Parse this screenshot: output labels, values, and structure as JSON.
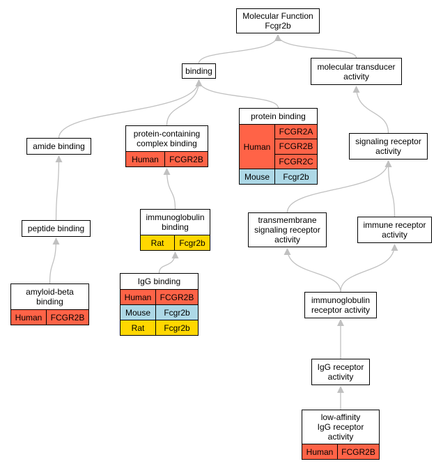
{
  "colors": {
    "human": "#ff6347",
    "mouse": "#add8e6",
    "rat": "#ffd700",
    "edge": "#c0c0c0"
  },
  "nodes": {
    "molecular_function": {
      "title": [
        "Molecular Function",
        "Fcgr2b"
      ]
    },
    "binding": {
      "title": [
        "binding"
      ]
    },
    "molecular_transducer_activity": {
      "title": [
        "molecular transducer",
        "activity"
      ]
    },
    "amide_binding": {
      "title": [
        "amide binding"
      ]
    },
    "protein_containing_complex_binding": {
      "title": [
        "protein-containing",
        "complex binding"
      ],
      "orthologs": [
        {
          "species": "Human",
          "color_key": "human",
          "genes": [
            "FCGR2B"
          ]
        }
      ]
    },
    "protein_binding": {
      "title": [
        "protein binding"
      ],
      "orthologs": [
        {
          "species": "Human",
          "color_key": "human",
          "genes": [
            "FCGR2A",
            "FCGR2B",
            "FCGR2C"
          ]
        },
        {
          "species": "Mouse",
          "color_key": "mouse",
          "genes": [
            "Fcgr2b"
          ]
        }
      ]
    },
    "signaling_receptor_activity": {
      "title": [
        "signaling receptor",
        "activity"
      ]
    },
    "peptide_binding": {
      "title": [
        "peptide binding"
      ]
    },
    "immunoglobulin_binding": {
      "title": [
        "immunoglobulin",
        "binding"
      ],
      "orthologs": [
        {
          "species": "Rat",
          "color_key": "rat",
          "genes": [
            "Fcgr2b"
          ]
        }
      ]
    },
    "transmembrane_signaling_receptor_activity": {
      "title": [
        "transmembrane",
        "signaling receptor",
        "activity"
      ]
    },
    "immune_receptor_activity": {
      "title": [
        "immune receptor",
        "activity"
      ]
    },
    "amyloid_beta_binding": {
      "title": [
        "amyloid-beta",
        "binding"
      ],
      "orthologs": [
        {
          "species": "Human",
          "color_key": "human",
          "genes": [
            "FCGR2B"
          ]
        }
      ]
    },
    "igg_binding": {
      "title": [
        "IgG binding"
      ],
      "orthologs": [
        {
          "species": "Human",
          "color_key": "human",
          "genes": [
            "FCGR2B"
          ]
        },
        {
          "species": "Mouse",
          "color_key": "mouse",
          "genes": [
            "Fcgr2b"
          ]
        },
        {
          "species": "Rat",
          "color_key": "rat",
          "genes": [
            "Fcgr2b"
          ]
        }
      ]
    },
    "immunoglobulin_receptor_activity": {
      "title": [
        "immunoglobulin",
        "receptor activity"
      ]
    },
    "igg_receptor_activity": {
      "title": [
        "IgG receptor",
        "activity"
      ]
    },
    "low_affinity_igg_receptor_activity": {
      "title": [
        "low-affinity",
        "IgG receptor",
        "activity"
      ],
      "orthologs": [
        {
          "species": "Human",
          "color_key": "human",
          "genes": [
            "FCGR2B"
          ]
        }
      ]
    }
  },
  "edges": [
    {
      "from": "binding",
      "to": "molecular_function"
    },
    {
      "from": "molecular_transducer_activity",
      "to": "molecular_function"
    },
    {
      "from": "amide_binding",
      "to": "binding"
    },
    {
      "from": "protein_containing_complex_binding",
      "to": "binding"
    },
    {
      "from": "protein_binding",
      "to": "binding"
    },
    {
      "from": "signaling_receptor_activity",
      "to": "molecular_transducer_activity"
    },
    {
      "from": "peptide_binding",
      "to": "amide_binding"
    },
    {
      "from": "amyloid_beta_binding",
      "to": "peptide_binding"
    },
    {
      "from": "immunoglobulin_binding",
      "to": "protein_containing_complex_binding"
    },
    {
      "from": "igg_binding",
      "to": "immunoglobulin_binding"
    },
    {
      "from": "transmembrane_signaling_receptor_activity",
      "to": "signaling_receptor_activity"
    },
    {
      "from": "immune_receptor_activity",
      "to": "signaling_receptor_activity"
    },
    {
      "from": "immunoglobulin_receptor_activity",
      "to": "transmembrane_signaling_receptor_activity"
    },
    {
      "from": "immunoglobulin_receptor_activity",
      "to": "immune_receptor_activity"
    },
    {
      "from": "igg_receptor_activity",
      "to": "immunoglobulin_receptor_activity"
    },
    {
      "from": "low_affinity_igg_receptor_activity",
      "to": "igg_receptor_activity"
    }
  ]
}
